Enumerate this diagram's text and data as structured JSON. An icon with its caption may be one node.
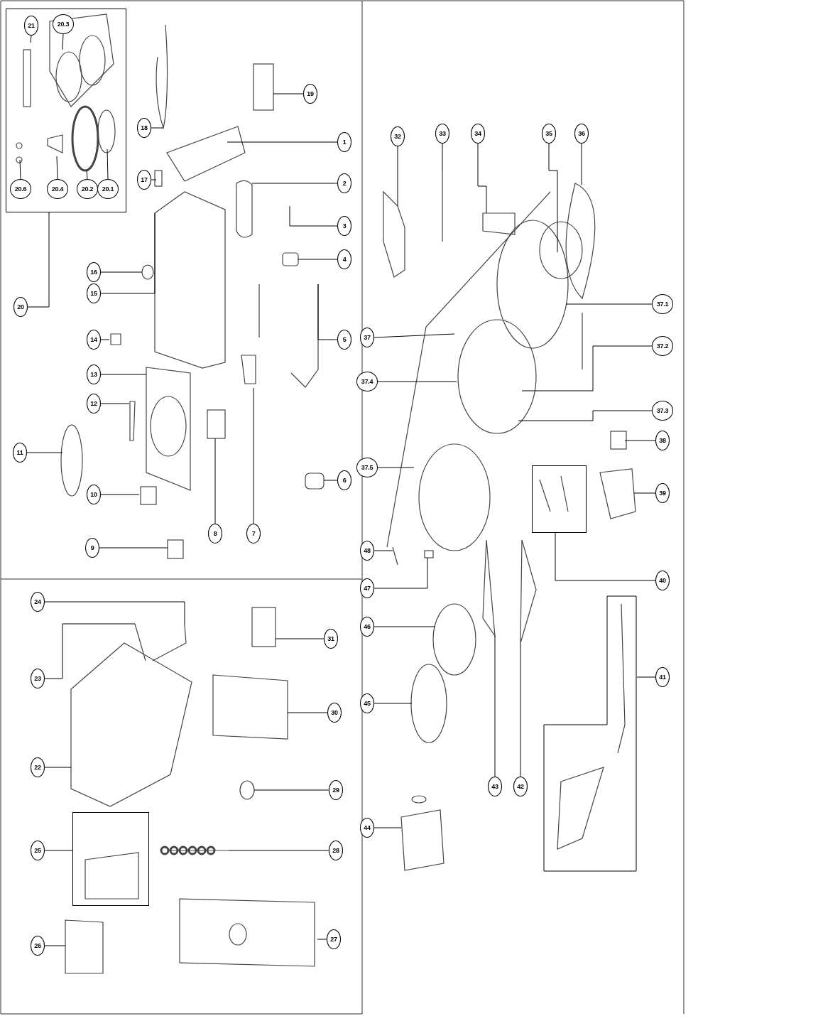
{
  "diagram": {
    "nodes": [
      {
        "text": [],
        "shape": "box"
      },
      {
        "text": [
          "21"
        ],
        "in": 0
      },
      {
        "text": [
          "20.3"
        ],
        "in": 0
      },
      {
        "text": [
          "20.6"
        ],
        "in": 0
      },
      {
        "text": [
          "20.4"
        ],
        "in": 0
      },
      {
        "text": [
          "20.2"
        ],
        "in": 0
      },
      {
        "text": [
          "20.1"
        ],
        "in": 0
      },
      {
        "text": [
          "20"
        ]
      },
      {
        "text": [
          "18"
        ]
      },
      {
        "text": [
          "19"
        ]
      },
      {
        "text": [
          "1"
        ]
      },
      {
        "text": [
          "17"
        ]
      },
      {
        "text": [
          "2"
        ]
      },
      {
        "text": [
          "3"
        ]
      },
      {
        "text": [
          "4"
        ]
      },
      {
        "text": [
          "16"
        ]
      },
      {
        "text": [
          "15"
        ]
      },
      {
        "text": [
          "5"
        ]
      },
      {
        "text": [
          "14"
        ]
      },
      {
        "text": [
          "13"
        ]
      },
      {
        "text": [
          "12"
        ]
      },
      {
        "text": [
          "11"
        ]
      },
      {
        "text": [
          "10"
        ]
      },
      {
        "text": [
          "9"
        ]
      },
      {
        "text": [
          "8"
        ]
      },
      {
        "text": [
          "7"
        ]
      },
      {
        "text": [
          "6"
        ]
      },
      {
        "text": [
          "32"
        ]
      },
      {
        "text": [
          "33"
        ]
      },
      {
        "text": [
          "34"
        ]
      },
      {
        "text": [
          "35"
        ]
      },
      {
        "text": [
          "36"
        ]
      },
      {
        "text": [
          "37.1"
        ]
      },
      {
        "text": [
          "37"
        ]
      },
      {
        "text": [
          "37.2"
        ]
      },
      {
        "text": [
          "37.4"
        ]
      },
      {
        "text": [
          "37.3"
        ]
      },
      {
        "text": [
          "38"
        ]
      },
      {
        "text": [
          "37.5"
        ]
      },
      {
        "text": [
          "39"
        ]
      },
      {
        "text": [],
        "shape": "box"
      },
      {
        "text": [
          "40"
        ]
      },
      {
        "text": [
          "48"
        ]
      },
      {
        "text": [
          "47"
        ]
      },
      {
        "text": [
          "46"
        ]
      },
      {
        "text": [
          "43"
        ]
      },
      {
        "text": [
          "42"
        ]
      },
      {
        "text": [],
        "shape": "box"
      },
      {
        "text": [
          "41"
        ]
      },
      {
        "text": [
          "45"
        ]
      },
      {
        "text": [
          "44"
        ]
      },
      {
        "text": [
          "24"
        ]
      },
      {
        "text": [
          "31"
        ]
      },
      {
        "text": [
          "23"
        ]
      },
      {
        "text": [
          "30"
        ]
      },
      {
        "text": [
          "22"
        ]
      },
      {
        "text": [
          "29"
        ]
      },
      {
        "text": [],
        "shape": "box"
      },
      {
        "text": [
          "25"
        ]
      },
      {
        "text": [
          "28"
        ]
      },
      {
        "text": [
          "26"
        ]
      },
      {
        "text": [
          "27"
        ]
      }
    ],
    "edges": [
      {
        "from": 1,
        "to": null,
        "arrow": "none"
      },
      {
        "from": 2,
        "to": null,
        "arrow": "none"
      },
      {
        "from": 3,
        "to": null,
        "arrow": "none"
      },
      {
        "from": 4,
        "to": null,
        "arrow": "none"
      },
      {
        "from": 5,
        "to": null,
        "arrow": "none"
      },
      {
        "from": 6,
        "to": null,
        "arrow": "none"
      },
      {
        "from": 7,
        "to": 0,
        "arrow": "none"
      },
      {
        "from": 8,
        "to": null,
        "arrow": "none"
      },
      {
        "from": 9,
        "to": null,
        "arrow": "none"
      },
      {
        "from": 10,
        "to": null,
        "arrow": "none"
      },
      {
        "from": 11,
        "to": null,
        "arrow": "none"
      },
      {
        "from": 12,
        "to": null,
        "arrow": "none"
      },
      {
        "from": 13,
        "to": null,
        "arrow": "none"
      },
      {
        "from": 14,
        "to": null,
        "arrow": "none"
      },
      {
        "from": 15,
        "to": null,
        "arrow": "none"
      },
      {
        "from": 16,
        "to": null,
        "arrow": "none"
      },
      {
        "from": 17,
        "to": null,
        "arrow": "none"
      },
      {
        "from": 18,
        "to": null,
        "arrow": "none"
      },
      {
        "from": 19,
        "to": null,
        "arrow": "none"
      },
      {
        "from": 20,
        "to": null,
        "arrow": "none"
      },
      {
        "from": 21,
        "to": null,
        "arrow": "none"
      },
      {
        "from": 22,
        "to": null,
        "arrow": "none"
      },
      {
        "from": 23,
        "to": null,
        "arrow": "none"
      },
      {
        "from": 24,
        "to": null,
        "arrow": "none"
      },
      {
        "from": 25,
        "to": null,
        "arrow": "none"
      },
      {
        "from": 26,
        "to": null,
        "arrow": "none"
      },
      {
        "from": 27,
        "to": null,
        "arrow": "none"
      },
      {
        "from": 28,
        "to": null,
        "arrow": "none"
      },
      {
        "from": 29,
        "to": null,
        "arrow": "none"
      },
      {
        "from": 30,
        "to": null,
        "arrow": "none"
      },
      {
        "from": 31,
        "to": null,
        "arrow": "none"
      },
      {
        "from": 32,
        "to": null,
        "arrow": "none"
      },
      {
        "from": 33,
        "to": null,
        "arrow": "none"
      },
      {
        "from": 34,
        "to": null,
        "arrow": "none"
      },
      {
        "from": 35,
        "to": null,
        "arrow": "none"
      },
      {
        "from": 36,
        "to": null,
        "arrow": "none"
      },
      {
        "from": 37,
        "to": null,
        "arrow": "none"
      },
      {
        "from": 38,
        "to": null,
        "arrow": "none"
      },
      {
        "from": 39,
        "to": null,
        "arrow": "none"
      },
      {
        "from": 41,
        "to": 40,
        "arrow": "none"
      },
      {
        "from": 42,
        "to": null,
        "arrow": "none"
      },
      {
        "from": 43,
        "to": null,
        "arrow": "none"
      },
      {
        "from": 44,
        "to": null,
        "arrow": "none"
      },
      {
        "from": 45,
        "to": null,
        "arrow": "none"
      },
      {
        "from": 46,
        "to": null,
        "arrow": "none"
      },
      {
        "from": 48,
        "to": 47,
        "arrow": "none"
      },
      {
        "from": 49,
        "to": null,
        "arrow": "none"
      },
      {
        "from": 50,
        "to": null,
        "arrow": "none"
      },
      {
        "from": 51,
        "to": null,
        "arrow": "none"
      },
      {
        "from": 52,
        "to": null,
        "arrow": "none"
      },
      {
        "from": 53,
        "to": null,
        "arrow": "none"
      },
      {
        "from": 54,
        "to": null,
        "arrow": "none"
      },
      {
        "from": 55,
        "to": null,
        "arrow": "none"
      },
      {
        "from": 56,
        "to": null,
        "arrow": "none"
      },
      {
        "from": 58,
        "to": 57,
        "arrow": "none"
      },
      {
        "from": 59,
        "to": null,
        "arrow": "none"
      },
      {
        "from": 60,
        "to": null,
        "arrow": "none"
      },
      {
        "from": 61,
        "to": null,
        "arrow": "none"
      }
    ]
  }
}
